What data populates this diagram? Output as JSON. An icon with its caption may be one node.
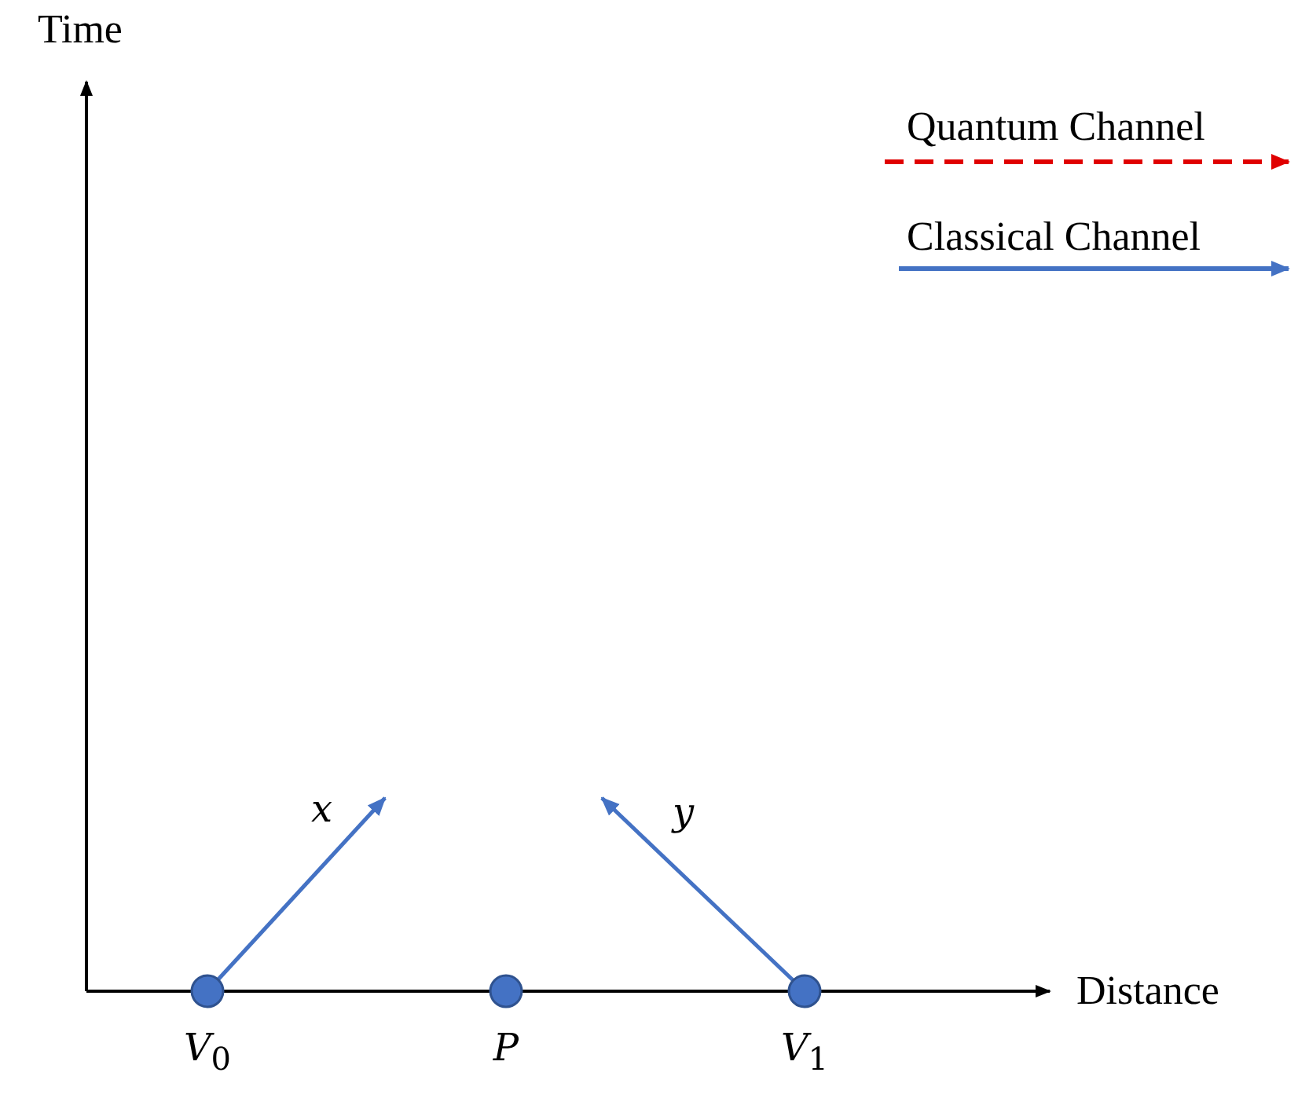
{
  "diagram": {
    "nodes": [
      {
        "text": [
          "*V*$_{0}$"
        ]
      },
      {
        "text": [
          "*P*"
        ]
      },
      {
        "text": [
          "*V*$_{1}$"
        ]
      }
    ],
    "edges": [
      {
        "from": 0,
        "to": null,
        "arrow": "to",
        "label": "*x*",
        "color": "#4472c4"
      },
      {
        "from": 2,
        "to": null,
        "arrow": "to",
        "label": "*y*",
        "color": "#4472c4"
      }
    ],
    "labels": [
      "Time",
      "Distance"
    ],
    "legend": [
      {
        "text": "Quantum Channel"
      },
      {
        "text": "Classical Channel"
      }
    ]
  }
}
